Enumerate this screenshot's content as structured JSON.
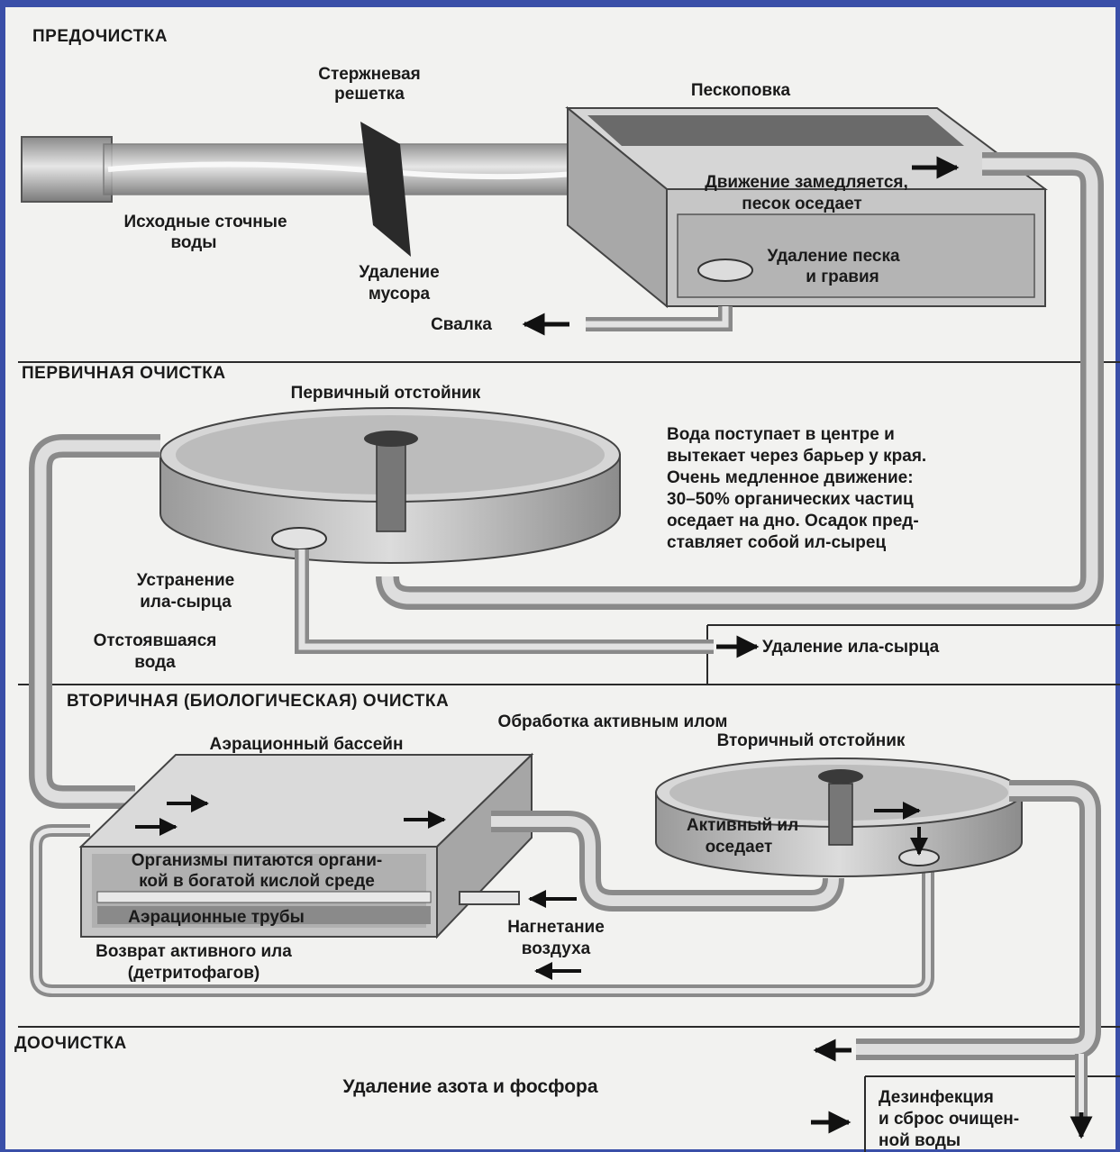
{
  "sections": {
    "pre": "ПРЕДОЧИСТКА",
    "primary": "ПЕРВИЧНАЯ ОЧИСТКА",
    "secondary": "ВТОРИЧНАЯ (БИОЛОГИЧЕСКАЯ) ОЧИСТКА",
    "tertiary": "ДООЧИСТКА"
  },
  "pre": {
    "bar_screen": [
      "Стержневая",
      "решетка"
    ],
    "grit_chamber": "Пескоповка",
    "raw_sewage": [
      "Исходные сточные",
      "воды"
    ],
    "debris_removal": [
      "Удаление",
      "мусора"
    ],
    "grit_note": [
      "Движение замедляется,",
      "песок оседает"
    ],
    "grit_removal": [
      "Удаление песка",
      "и гравия"
    ],
    "landfill": "Свалка"
  },
  "primary": {
    "clarifier": "Первичный отстойник",
    "description": [
      "Вода поступает в центре и",
      "вытекает через барьер у края.",
      "Очень медленное движение:",
      "30–50% органических частиц",
      "оседает на дно. Осадок пред-",
      "ставляет собой ил-сырец"
    ],
    "sludge_elimination": [
      "Устранение",
      "ила-сырца"
    ],
    "settled_water": [
      "Отстоявшаяся",
      "вода"
    ],
    "sludge_removal": "Удаление ила-сырца"
  },
  "secondary": {
    "activated_sludge": "Обработка активным илом",
    "aeration_basin": "Аэрационный бассейн",
    "secondary_clarifier": "Вторичный отстойник",
    "organisms": [
      "Организмы питаются органи-",
      "кой в богатой кислой среде"
    ],
    "aeration_pipes": "Аэрационные трубы",
    "sludge_settles": [
      "Активный ил",
      "оседает"
    ],
    "air_injection": [
      "Нагнетание",
      "воздуха"
    ],
    "sludge_return": [
      "Возврат активного ила",
      "(детритофагов)"
    ]
  },
  "tertiary": {
    "nutrient_removal": "Удаление азота и фосфора",
    "disinfection": [
      "Дезинфекция",
      "и сброс очищен-",
      "ной воды"
    ]
  }
}
